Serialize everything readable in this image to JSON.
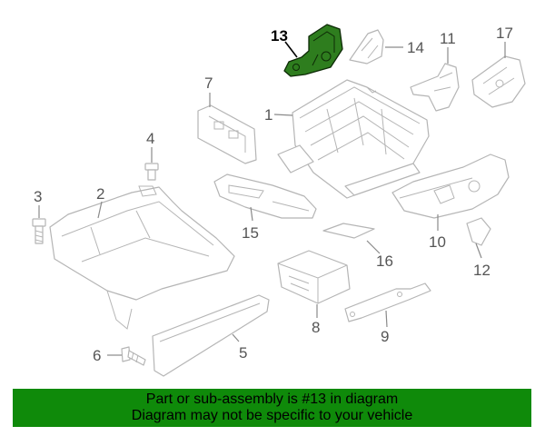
{
  "callouts": {
    "c1": "1",
    "c2": "2",
    "c3": "3",
    "c4": "4",
    "c5": "5",
    "c6": "6",
    "c7": "7",
    "c8": "8",
    "c9": "9",
    "c10": "10",
    "c11": "11",
    "c12": "12",
    "c13": "13",
    "c14": "14",
    "c15": "15",
    "c16": "16",
    "c17": "17"
  },
  "highlighted_part": "13",
  "highlight_color": "#2e7d1e",
  "banner": {
    "line1": "Part or sub-assembly is #13 in diagram",
    "line2": "Diagram may not be specific to your vehicle",
    "background": "#0f8a0a"
  }
}
